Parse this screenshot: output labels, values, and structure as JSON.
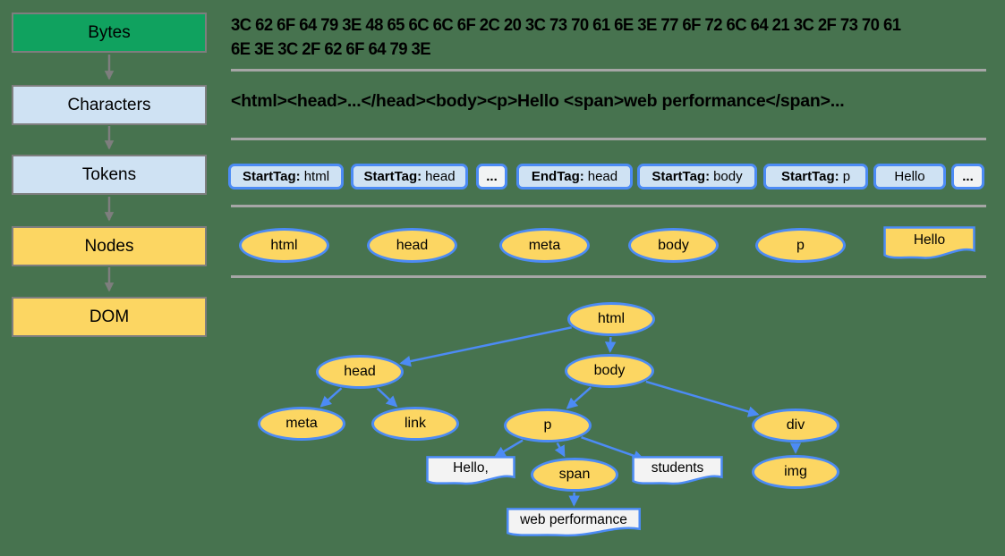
{
  "palette": {
    "background": "#47734F",
    "stage_green": "#10A25F",
    "stage_blue": "#CFE2F3",
    "node_yellow": "#FCD662",
    "edge_blue": "#4C8BF5",
    "token_fill": "#CFE2F3",
    "token_alt_fill": "#F1F3F4",
    "textnode_fill": "#F3F3F3",
    "separator_gray": "#A6A6A6",
    "arrow_gray": "#7E7E7E",
    "border_gray": "#7E7E7E",
    "text_black": "#000000"
  },
  "pipeline": {
    "stages": [
      {
        "label": "Bytes",
        "fill": "#10A25F"
      },
      {
        "label": "Characters",
        "fill": "#CFE2F3"
      },
      {
        "label": "Tokens",
        "fill": "#CFE2F3"
      },
      {
        "label": "Nodes",
        "fill": "#FCD662"
      },
      {
        "label": "DOM",
        "fill": "#FCD662"
      }
    ]
  },
  "rows": {
    "bytes": {
      "line1": "3C 62 6F 64 79 3E 48 65 6C 6C 6F 2C 20 3C 73 70 61 6E 3E 77 6F 72 6C 64 21 3C 2F 73 70 61",
      "line2": "6E 3E 3C 2F 62 6F 64 79 3E"
    },
    "characters": {
      "text": "<html><head>...</head><body><p>Hello <span>web performance</span>..."
    }
  },
  "tokens_row": {
    "tokens": [
      {
        "label": "StartTag:",
        "value": "html",
        "type": "tag"
      },
      {
        "label": "StartTag:",
        "value": "head",
        "type": "tag"
      },
      {
        "label": "...",
        "type": "ellipsis"
      },
      {
        "label": "EndTag:",
        "value": "head",
        "type": "tag"
      },
      {
        "label": "StartTag:",
        "value": "body",
        "type": "tag"
      },
      {
        "label": "StartTag:",
        "value": "p",
        "type": "tag"
      },
      {
        "value": "Hello",
        "type": "text"
      },
      {
        "label": "...",
        "type": "ellipsis"
      }
    ]
  },
  "nodes_row": {
    "nodes": [
      {
        "label": "html",
        "shape": "ellipse"
      },
      {
        "label": "head",
        "shape": "ellipse"
      },
      {
        "label": "meta",
        "shape": "ellipse"
      },
      {
        "label": "body",
        "shape": "ellipse"
      },
      {
        "label": "p",
        "shape": "ellipse"
      },
      {
        "label": "Hello",
        "shape": "document"
      }
    ]
  },
  "dom_tree": {
    "nodes": [
      {
        "id": "html",
        "label": "html",
        "shape": "ellipse"
      },
      {
        "id": "head",
        "label": "head",
        "shape": "ellipse"
      },
      {
        "id": "body",
        "label": "body",
        "shape": "ellipse"
      },
      {
        "id": "meta",
        "label": "meta",
        "shape": "ellipse"
      },
      {
        "id": "link",
        "label": "link",
        "shape": "ellipse"
      },
      {
        "id": "p",
        "label": "p",
        "shape": "ellipse"
      },
      {
        "id": "div",
        "label": "div",
        "shape": "ellipse"
      },
      {
        "id": "img",
        "label": "img",
        "shape": "ellipse"
      },
      {
        "id": "span",
        "label": "span",
        "shape": "ellipse"
      },
      {
        "id": "hello-text",
        "label": "Hello,",
        "shape": "document"
      },
      {
        "id": "students-text",
        "label": "students",
        "shape": "document"
      },
      {
        "id": "webperf-text",
        "label": "web performance",
        "shape": "document"
      }
    ],
    "edges": [
      [
        "html",
        "head"
      ],
      [
        "html",
        "body"
      ],
      [
        "head",
        "meta"
      ],
      [
        "head",
        "link"
      ],
      [
        "body",
        "p"
      ],
      [
        "body",
        "div"
      ],
      [
        "p",
        "hello-text"
      ],
      [
        "p",
        "span"
      ],
      [
        "p",
        "students-text"
      ],
      [
        "span",
        "webperf-text"
      ],
      [
        "div",
        "img"
      ]
    ]
  }
}
